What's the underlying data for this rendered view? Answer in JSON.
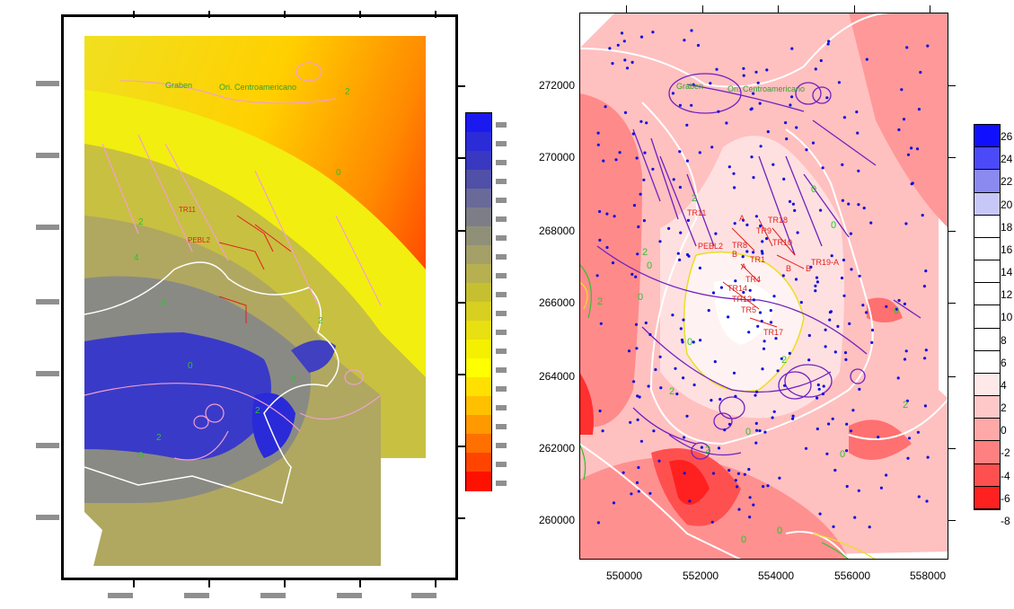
{
  "left_panel": {
    "labels": {
      "graben": "Graben",
      "ori_centroamericano": "Ori. Centroamericano",
      "tr11": "TR11",
      "pebl2": "PEBL2"
    },
    "colorbar_colors": [
      "#1a1af0",
      "#2b2bd8",
      "#3838c0",
      "#5050a8",
      "#6a6a98",
      "#7d7d88",
      "#909078",
      "#a4a068",
      "#b6b050",
      "#c6c030",
      "#d8d020",
      "#e8e010",
      "#f5f000",
      "#ffff00",
      "#ffe000",
      "#ffc000",
      "#ff9900",
      "#ff7000",
      "#ff4400",
      "#ff1100"
    ]
  },
  "right_panel": {
    "y_axis_ticks": [
      "272000",
      "270000",
      "268000",
      "266000",
      "264000",
      "262000",
      "260000"
    ],
    "x_axis_ticks": [
      "550000",
      "552000",
      "554000",
      "556000",
      "558000"
    ],
    "legend_ticks": [
      "26",
      "24",
      "22",
      "20",
      "18",
      "16",
      "14",
      "12",
      "10",
      "8",
      "6",
      "4",
      "2",
      "0",
      "-2",
      "-4",
      "-6",
      "-8"
    ],
    "legend_colors": [
      "#1010ff",
      "#4a4af8",
      "#8a8af0",
      "#c8c8f8",
      "#ffffff",
      "#ffffff",
      "#ffffff",
      "#ffffff",
      "#ffffff",
      "#ffffff",
      "#ffffff",
      "#ffe8e8",
      "#ffc8c8",
      "#ffa8a8",
      "#ff8080",
      "#ff5050",
      "#ff2020"
    ],
    "map_labels": {
      "graben": "Graben",
      "ori_centroamericano": "Ori. Centroamericano",
      "tr11": "TR11",
      "pebl2": "PEBL2",
      "tr8": "TR8",
      "tr9": "TR9",
      "tr10": "TR10",
      "tr18": "TR18",
      "tr19a": "TR19-A",
      "tr17": "TR17",
      "tr5": "TR5",
      "tr1": "TR1",
      "tr4": "TR4",
      "tr14": "TR14",
      "tr12": "TR12",
      "a": "A",
      "b": "B"
    },
    "contour_values_green": [
      "2",
      "0",
      "2",
      "0",
      "2",
      "0",
      "0",
      "2",
      "0",
      "2",
      "0",
      "0",
      "2",
      "0",
      "2",
      "0",
      "0"
    ]
  }
}
